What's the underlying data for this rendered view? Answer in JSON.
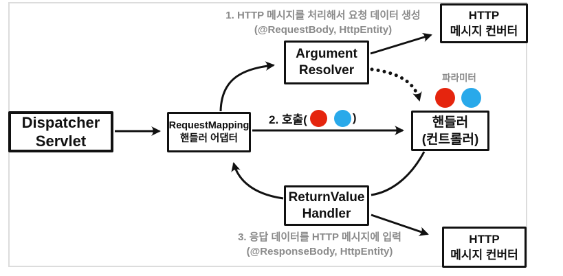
{
  "diagram": {
    "notes": {
      "step1": {
        "line1": "1. HTTP 메시지를 처리해서 요청 데이터 생성",
        "line2": "(@RequestBody, HttpEntity)"
      },
      "step2": {
        "prefix": "2. 호출(",
        "suffix": ")"
      },
      "step3": {
        "line1": "3. 응답 데이터를 HTTP 메시지에 입력",
        "line2": "(@ResponseBody, HttpEntity)"
      },
      "parameter_label": "파라미터"
    },
    "boxes": {
      "dispatcher_servlet": {
        "line1": "Dispatcher",
        "line2": "Servlet"
      },
      "request_mapping_adapter": {
        "line1": "RequestMapping",
        "line2": "핸들러 어댑터"
      },
      "argument_resolver": {
        "line1": "Argument",
        "line2": "Resolver"
      },
      "handler": {
        "line1": "핸들러",
        "line2": "(컨트롤러)"
      },
      "return_value_handler": {
        "line1": "ReturnValue",
        "line2": "Handler"
      },
      "http_message_converter_top": {
        "line1": "HTTP",
        "line2": "메시지 컨버터"
      },
      "http_message_converter_bottom": {
        "line1": "HTTP",
        "line2": "메시지 컨버터"
      }
    },
    "colors": {
      "parameter_red": "#e5250e",
      "parameter_blue": "#29a9ea",
      "note_gray": "#8a8a8a",
      "arrow_black": "#111111",
      "frame_gray": "#dcdcdc"
    }
  }
}
